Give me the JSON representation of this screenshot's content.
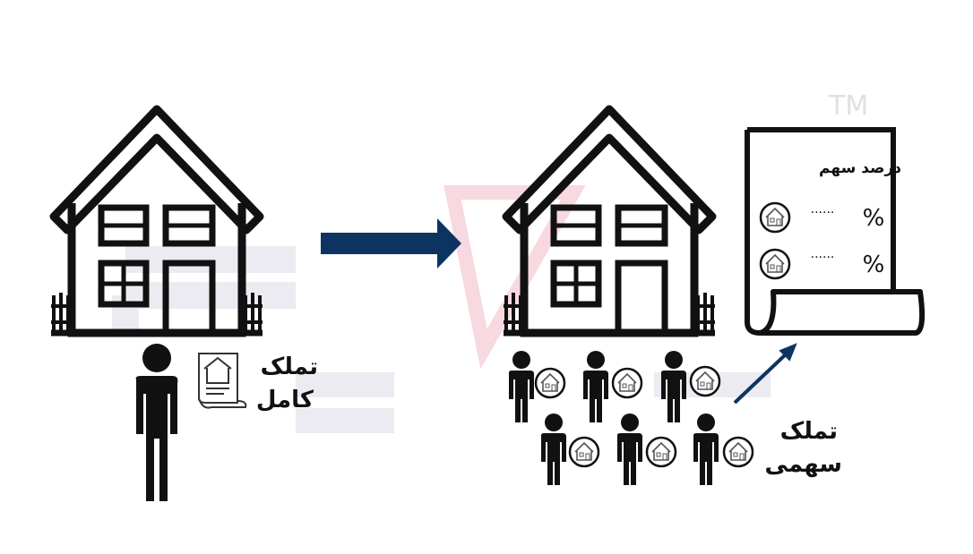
{
  "watermark": {
    "tm": "TM"
  },
  "left": {
    "label_line1": "تملک",
    "label_line2": "کامل"
  },
  "right": {
    "label_line1": "تملک",
    "label_line2": "سهمی"
  },
  "document": {
    "title": "درصد سهم",
    "rows": [
      {
        "dots": "......",
        "percent": "%"
      },
      {
        "dots": "......",
        "percent": "%"
      }
    ]
  },
  "colors": {
    "arrow": "#0d3461",
    "ink": "#111111",
    "watermark": "#e8e8ee",
    "watermark_accent": "#f7d5dc"
  }
}
